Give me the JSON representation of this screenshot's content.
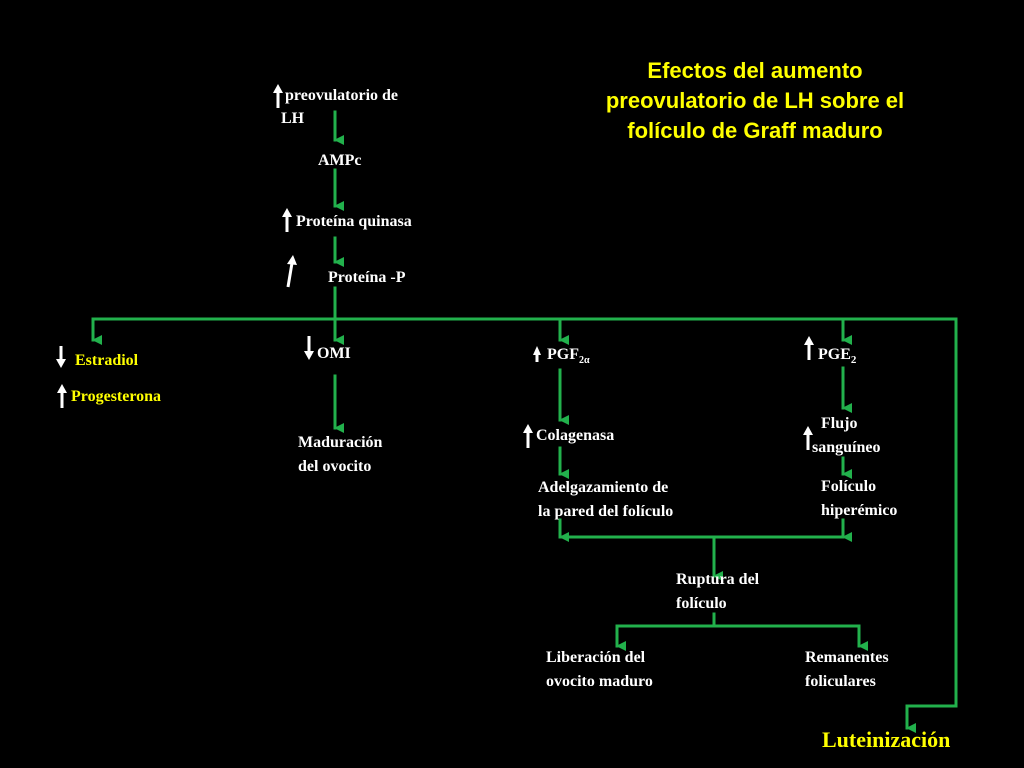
{
  "title": {
    "line1": "Efectos del aumento",
    "line2": "preovulatorio de LH sobre el",
    "line3": "folículo  de Graff maduro"
  },
  "nodes": {
    "lh_line1": "preovulatorio de",
    "lh_line2": "LH",
    "ampc": "AMPc",
    "proteina_quinasa": "Proteína quinasa",
    "proteina_p": "Proteína -P",
    "estradiol": "Estradiol",
    "progesterona": "Progesterona",
    "omi": "OMI",
    "maduracion_line1": "Maduración",
    "maduracion_line2": "del ovocito",
    "pgf_main": "PGF",
    "pgf_sub": "2α",
    "colagenasa": "Colagenasa",
    "adelgazamiento_line1": "Adelgazamiento de",
    "adelgazamiento_line2": "la pared del folículo",
    "pge_main": "PGE",
    "pge_sub": "2",
    "flujo_line1": "Flujo",
    "flujo_line2": "sanguíneo",
    "foliculo_line1": "Folículo",
    "foliculo_line2": "hiperémico",
    "ruptura_line1": "Ruptura del",
    "ruptura_line2": "folículo",
    "liberacion_line1": "Liberación del",
    "liberacion_line2": "ovocito maduro",
    "remanentes_line1": "Remanentes",
    "remanentes_line2": "foliculares",
    "luteinizacion": "Luteinización"
  },
  "colors": {
    "background": "#000000",
    "connector": "#22b14c",
    "text": "#ffffff",
    "highlight": "#ffff00"
  },
  "icons": [
    "up-arrow-icon",
    "down-arrow-icon"
  ]
}
